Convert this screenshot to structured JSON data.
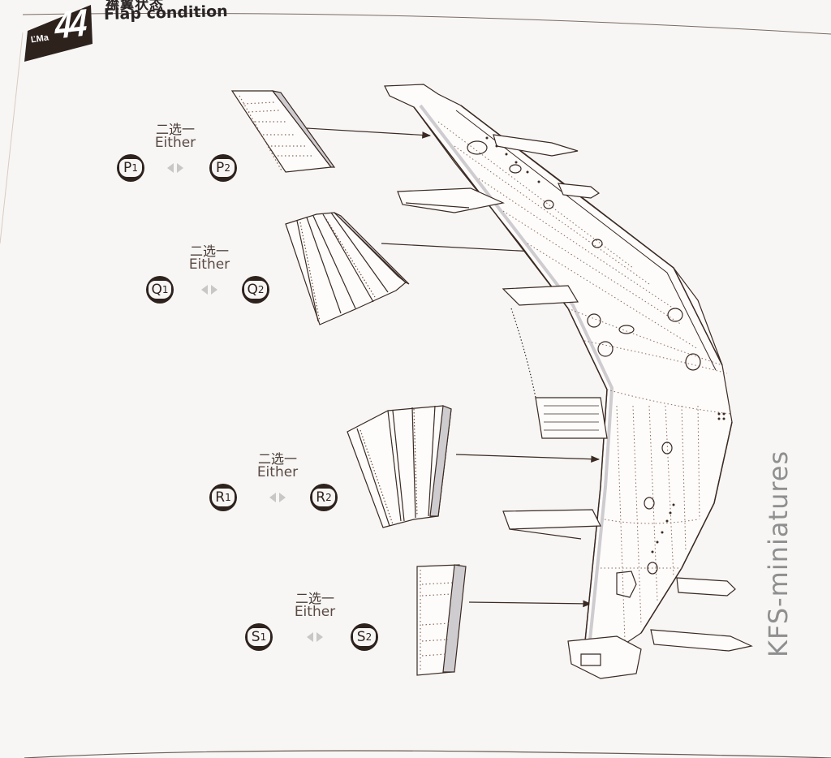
{
  "step": {
    "prefix": "ĽMa",
    "number": "44",
    "title_cn": "襟翼状态",
    "title_en": "Flap condition"
  },
  "choices": [
    {
      "cn": "二选一",
      "en": "Either",
      "option_a": {
        "letter": "P",
        "num": "1"
      },
      "option_b": {
        "letter": "P",
        "num": "2"
      },
      "target": "outer-trailing-edge"
    },
    {
      "cn": "二选一",
      "en": "Either",
      "option_a": {
        "letter": "Q",
        "num": "1"
      },
      "option_b": {
        "letter": "Q",
        "num": "2"
      },
      "target": "mid-outer-trailing-edge"
    },
    {
      "cn": "二选一",
      "en": "Either",
      "option_a": {
        "letter": "R",
        "num": "1"
      },
      "option_b": {
        "letter": "R",
        "num": "2"
      },
      "target": "mid-inner-trailing-edge"
    },
    {
      "cn": "二选一",
      "en": "Either",
      "option_a": {
        "letter": "S",
        "num": "1"
      },
      "option_b": {
        "letter": "S",
        "num": "2"
      },
      "target": "inner-trailing-edge"
    }
  ],
  "watermark": "KFS-miniatures",
  "colors": {
    "ink": "#3a2a22",
    "badge": "#2e221d",
    "flap_shade": "#cfccd0",
    "paper": "#f7f6f5",
    "arrow_hint": "#c9c6c6"
  }
}
